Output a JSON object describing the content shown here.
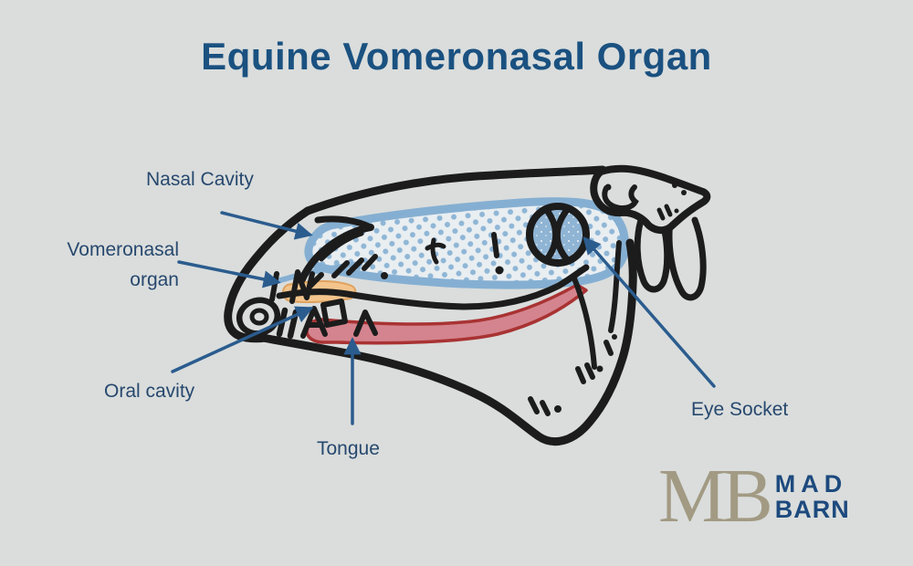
{
  "title": "Equine Vomeronasal Organ",
  "labels": {
    "nasal_cavity": "Nasal Cavity",
    "vomeronasal_line1": "Vomeronasal",
    "vomeronasal_line2": "organ",
    "oral_cavity": "Oral cavity",
    "tongue": "Tongue",
    "eye_socket": "Eye Socket"
  },
  "logo": {
    "monogram": "MB",
    "line1": "MAD",
    "line2": "BARN"
  },
  "colors": {
    "background": "#dadddc",
    "title_text": "#1a5180",
    "label_text": "#27486e",
    "arrow": "#2b5c8e",
    "skull_outline": "#1c1c1c",
    "nasal_cavity_blue": "#85afd2",
    "nasal_dot_blue": "#8fb6d6",
    "tongue_pink": "#d4848e",
    "tongue_outline_red": "#a93333",
    "vomeronasal_orange": "#f3c48c",
    "logo_monogram": "#a29a83",
    "logo_text": "#1d4a7e"
  }
}
